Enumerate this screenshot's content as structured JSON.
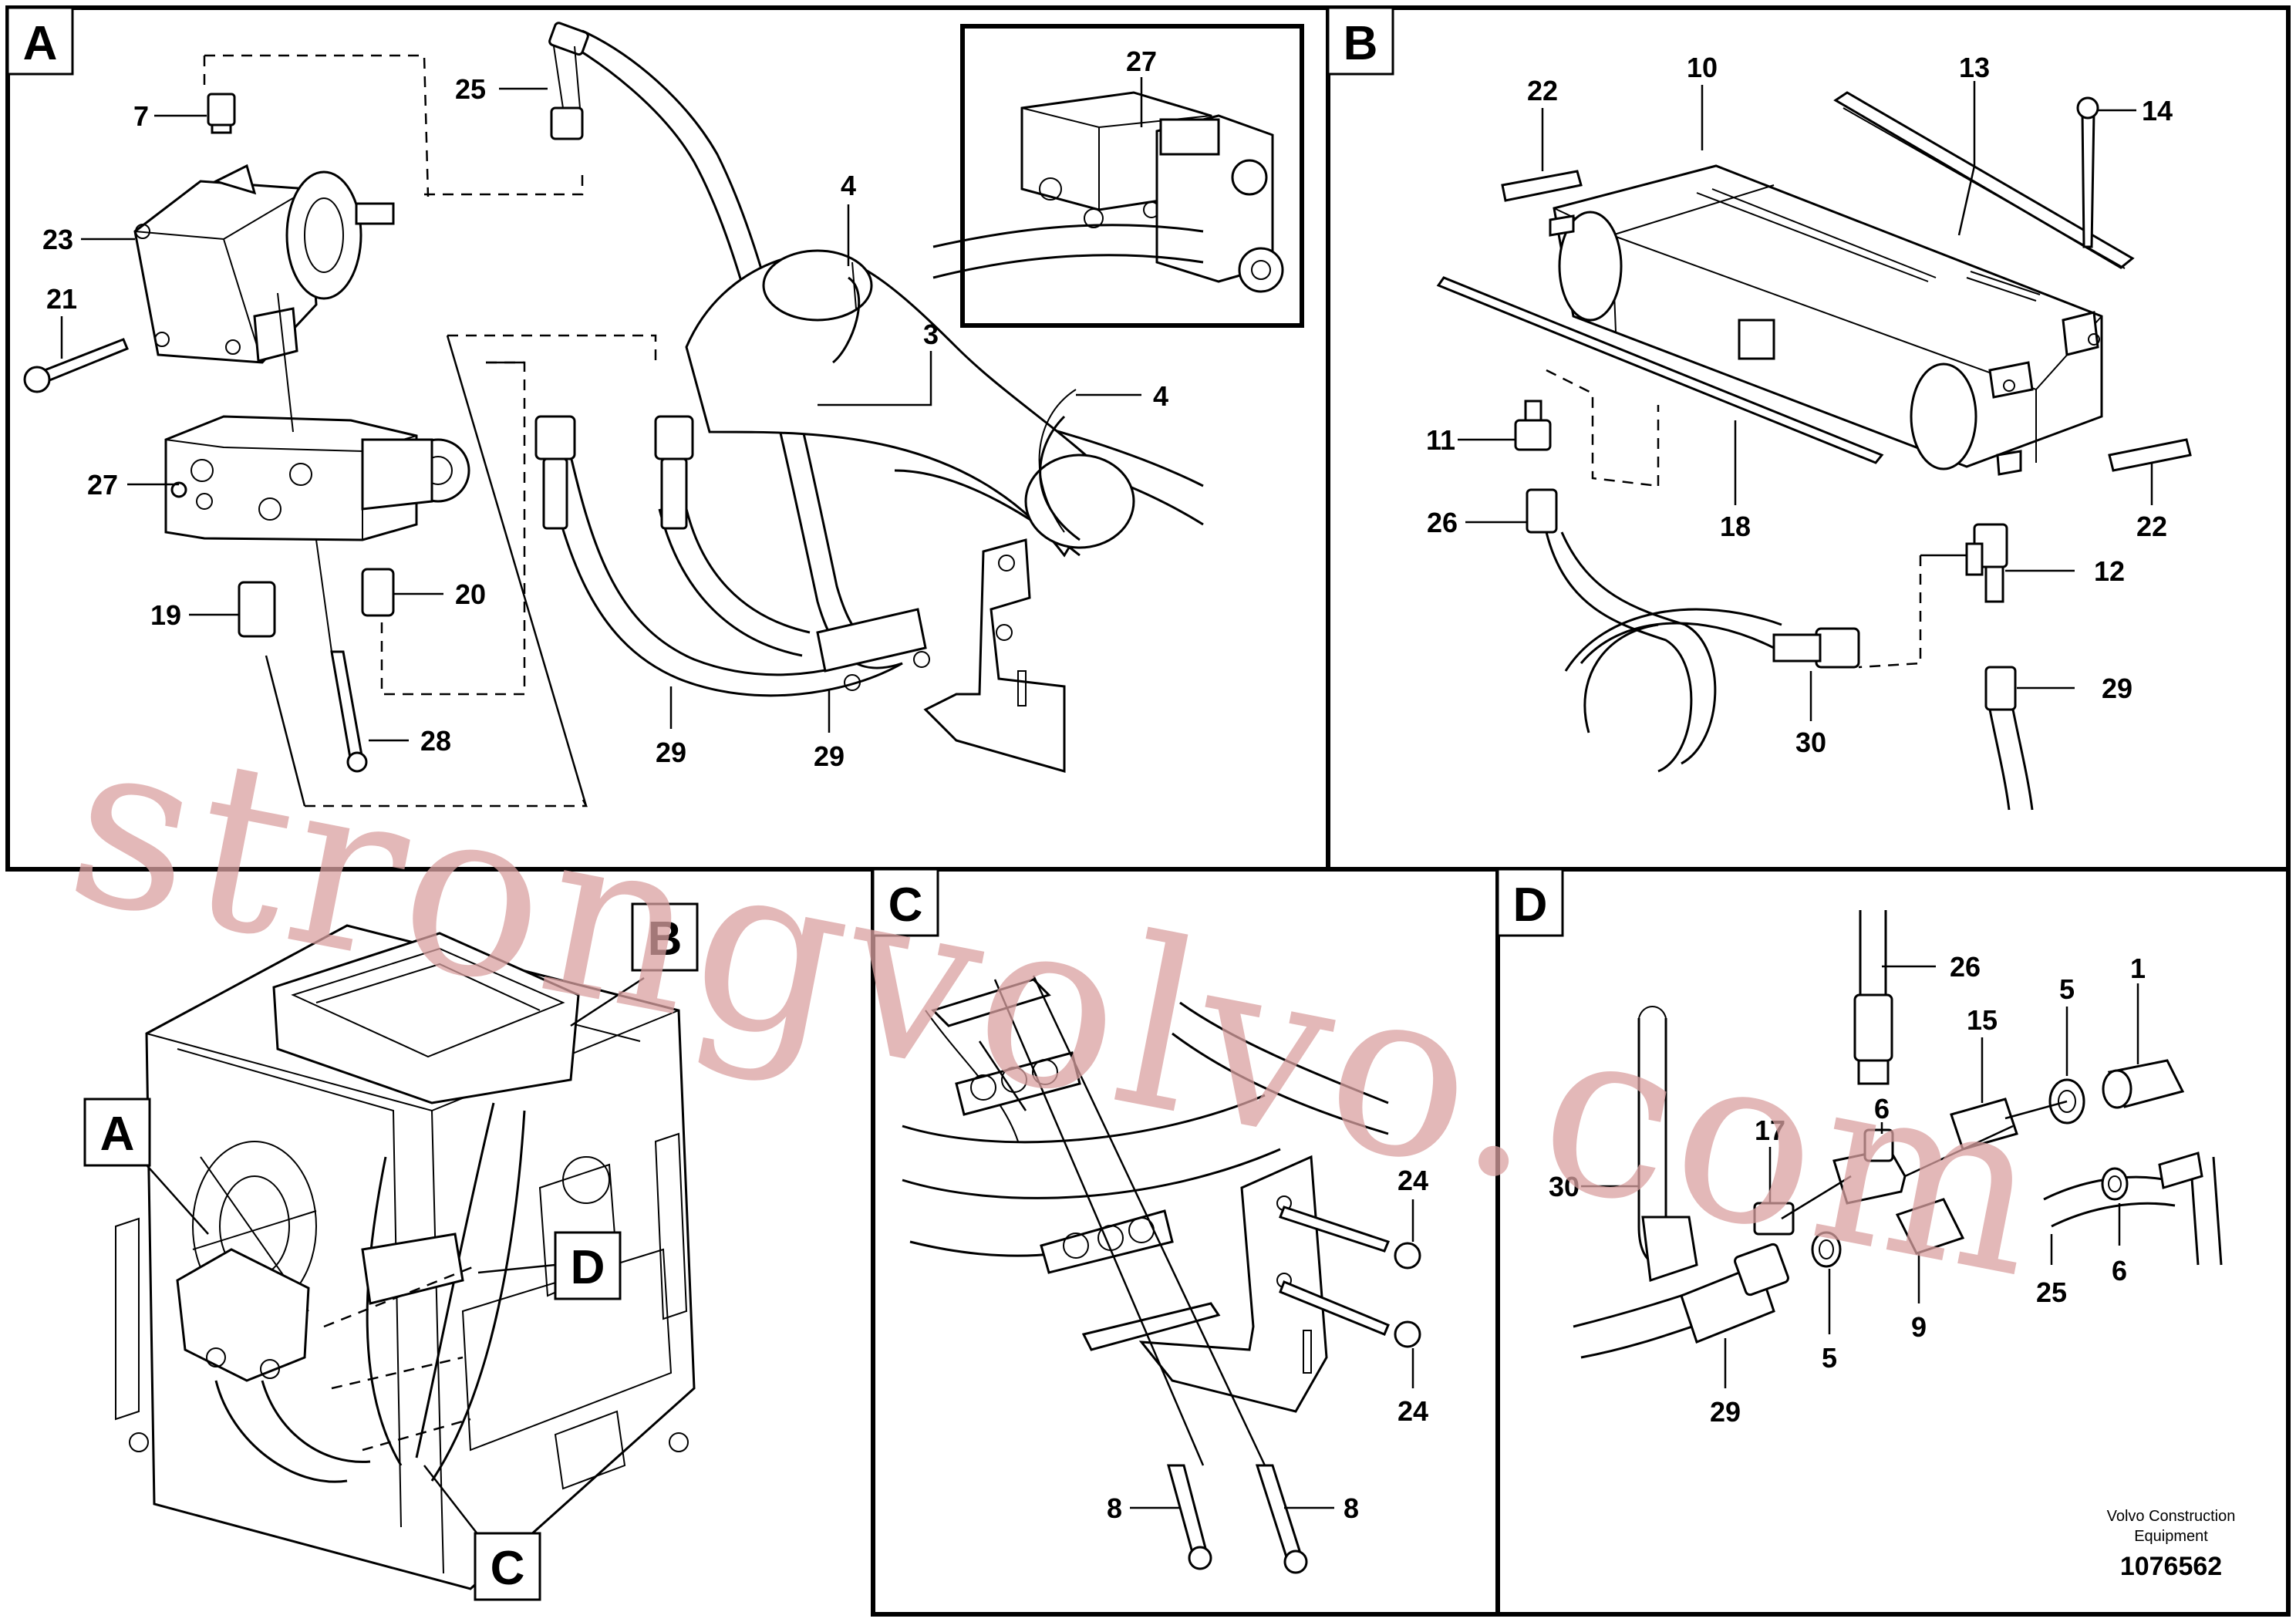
{
  "panels": {
    "a": {
      "letter": "A"
    },
    "b": {
      "letter": "B"
    },
    "c": {
      "letter": "C"
    },
    "d": {
      "letter": "D"
    }
  },
  "overview_tags": [
    "A",
    "B",
    "C",
    "D"
  ],
  "callouts": {
    "a": [
      "25",
      "7",
      "23",
      "21",
      "27",
      "19",
      "20",
      "28",
      "29",
      "29",
      "4",
      "4",
      "3",
      "27"
    ],
    "b": [
      "22",
      "10",
      "13",
      "14",
      "11",
      "26",
      "18",
      "22",
      "12",
      "29",
      "30"
    ],
    "c": [
      "24",
      "24",
      "8",
      "8"
    ],
    "d": [
      "26",
      "1",
      "5",
      "15",
      "17",
      "6",
      "30",
      "25",
      "6",
      "9",
      "5",
      "29"
    ]
  },
  "footer": {
    "line1": "Volvo Construction",
    "line2": "Equipment",
    "number": "1076562"
  },
  "watermark": "strongvolvo.com"
}
